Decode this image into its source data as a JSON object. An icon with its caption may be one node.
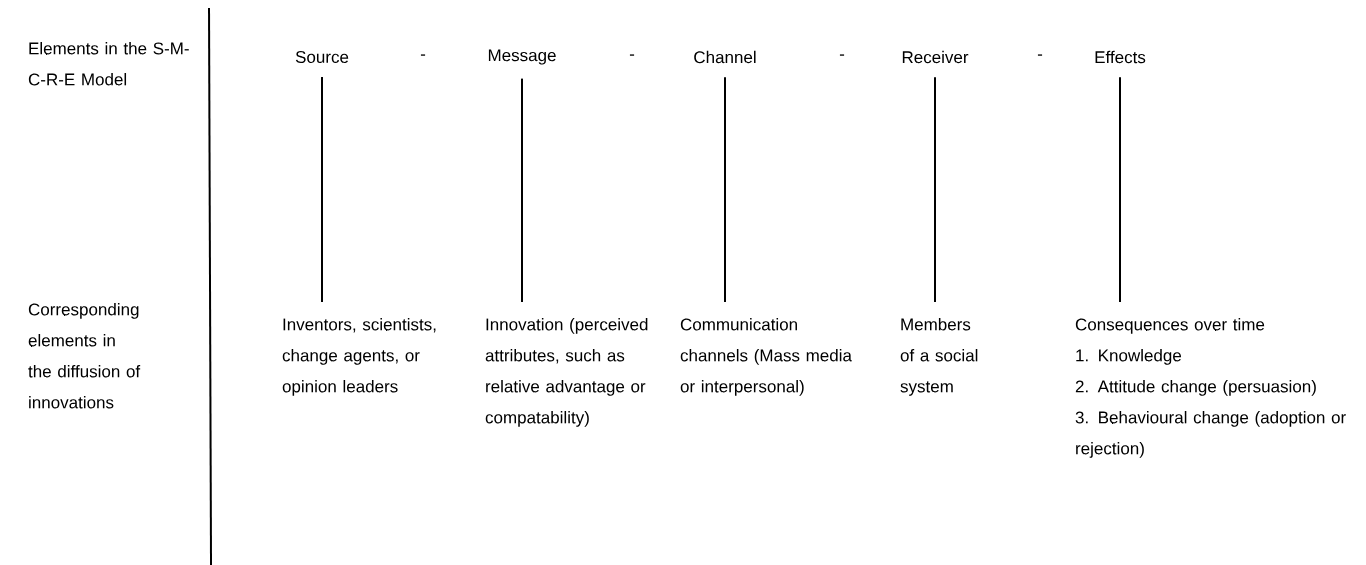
{
  "diagram": {
    "nodes": [
      {
        "text": [
          "Source"
        ]
      },
      {
        "text": [
          "Message"
        ]
      },
      {
        "text": [
          "Channel"
        ]
      },
      {
        "text": [
          "Receiver"
        ]
      },
      {
        "text": [
          "Effects"
        ]
      },
      {
        "text": [
          "Inventors, scientists, change agents, or opinion leaders"
        ]
      },
      {
        "text": [
          "Innovation (perceived attributes, such as relative advantage or compatability)"
        ]
      },
      {
        "text": [
          "Communication channels (Mass media or interpersonal)"
        ]
      },
      {
        "text": [
          "Members of a social system"
        ]
      },
      {
        "text": [
          "Consequences over time",
          "1. Knowledge",
          "2. Attitude change (persuasion)",
          "3. Behavioural change (adoption or rejection)"
        ]
      }
    ],
    "edges": [
      {
        "from": 0,
        "to": 5,
        "arrow": "none"
      },
      {
        "from": 1,
        "to": 6,
        "arrow": "none"
      },
      {
        "from": 2,
        "to": 7,
        "arrow": "none"
      },
      {
        "from": 3,
        "to": 8,
        "arrow": "none"
      },
      {
        "from": 4,
        "to": 9,
        "arrow": "none"
      }
    ],
    "labels": [
      "Elements in the S-M-C-R-E Model",
      "-",
      "-",
      "-",
      "-",
      "Corresponding elements in the diffusion of innovations"
    ]
  }
}
